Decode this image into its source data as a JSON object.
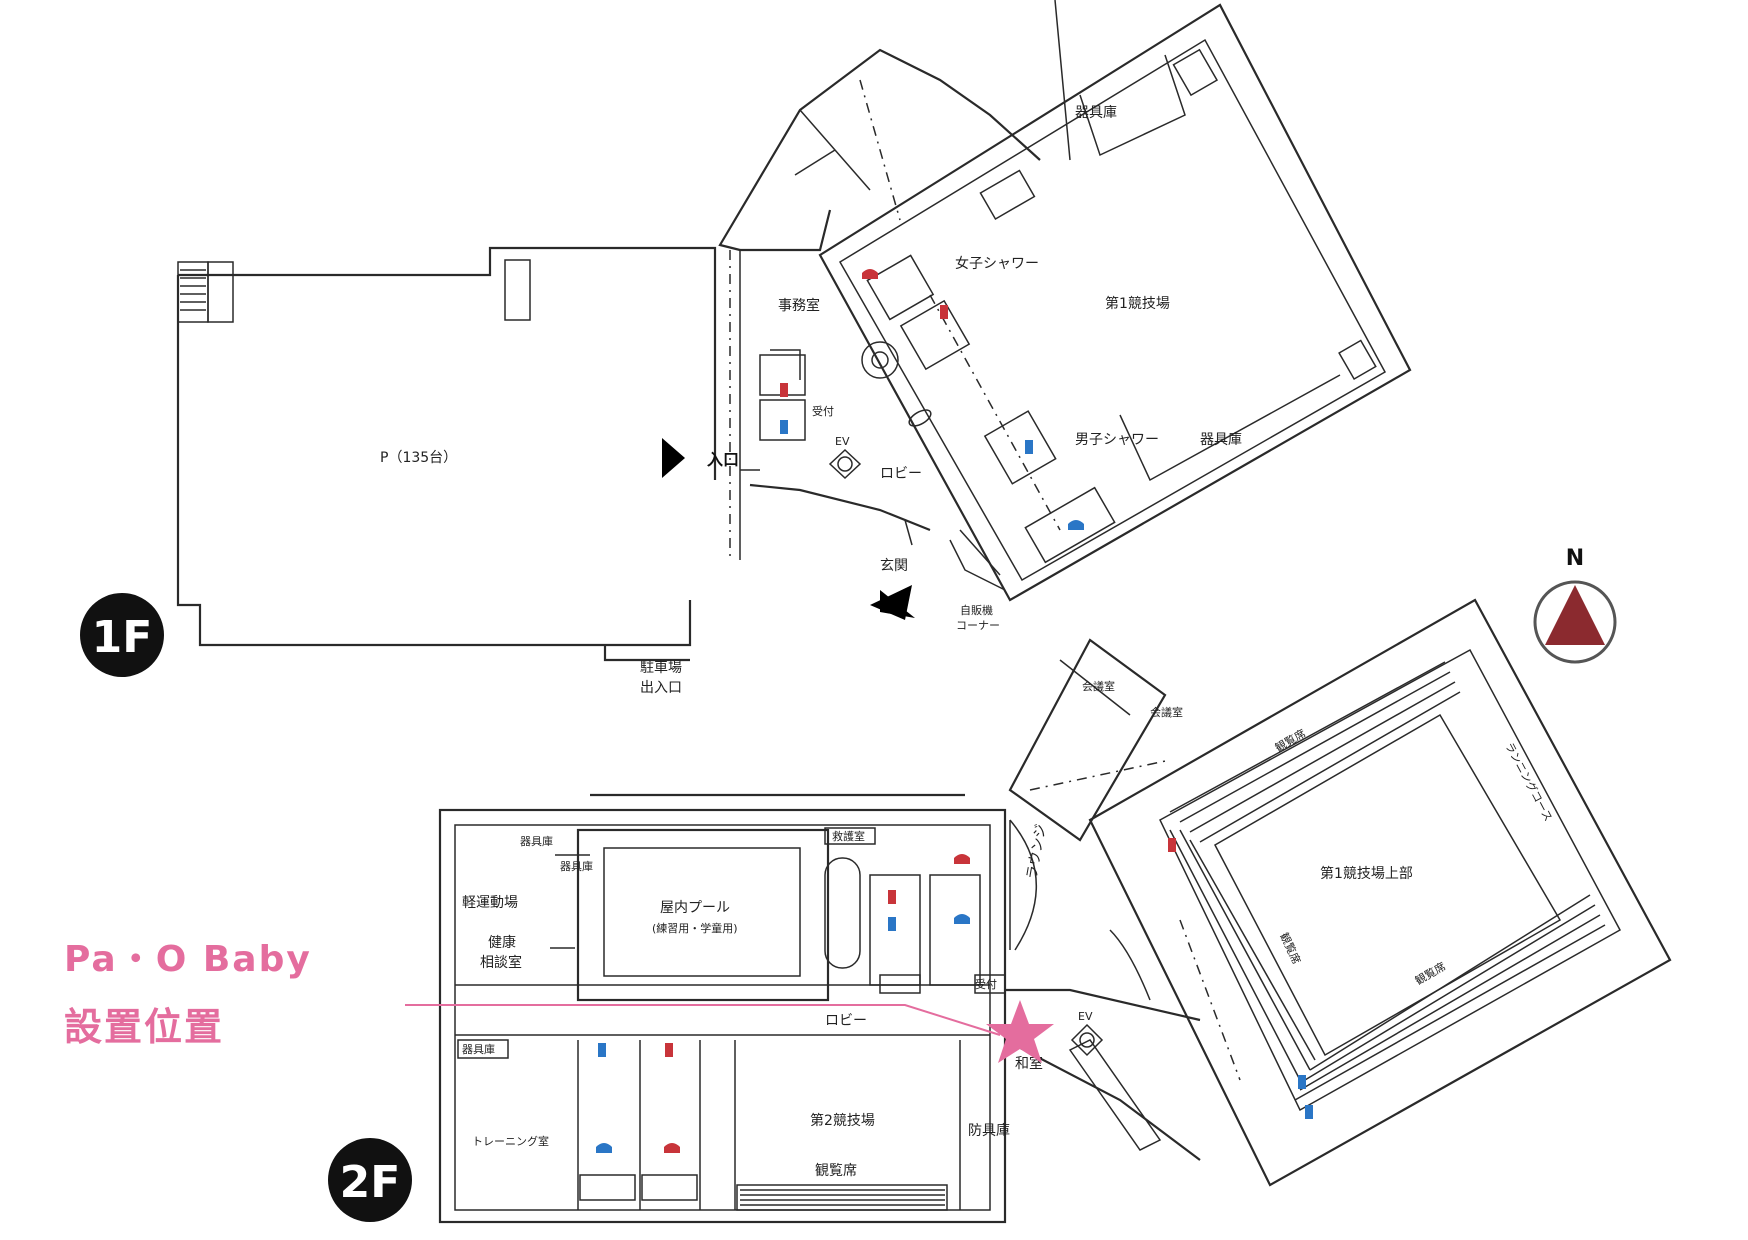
{
  "floors": {
    "f1": {
      "badge": "1F",
      "labels": {
        "parking": "P（135台）",
        "parking_entrance": "駐車場\n出入口",
        "entrance_main": "入口",
        "office": "事務室",
        "reception": "受付",
        "ev": "EV",
        "lobby": "ロビー",
        "genkan": "玄関",
        "vending": "自販機\nコーナー",
        "women_shower": "女子シャワー",
        "men_shower": "男子シャワー",
        "arena1": "第1競技場",
        "storage_a": "器具庫",
        "storage_b": "器具庫"
      }
    },
    "f2": {
      "badge": "2F",
      "labels": {
        "storage_a": "器具庫",
        "storage_b": "器具庫",
        "light_sports": "軽運動場",
        "health_consult": "健康\n相談室",
        "pool": "屋内プール",
        "pool_sub": "(練習用・学童用)",
        "lobby": "ロビー",
        "ev": "EV",
        "lounge": "ラウンジ",
        "training": "トレーニング室",
        "arena2": "第2競技場",
        "spectator": "観覧席",
        "storage_c": "器具庫",
        "washitsu": "和室",
        "bougu": "防具庫",
        "meeting1": "会議室",
        "meeting2": "会議室",
        "arena1_upper": "第1競技場上部",
        "spectator_a": "観覧席",
        "spectator_b": "観覧席",
        "spectator_c": "観覧席",
        "running": "ランニングコース",
        "reception": "受付",
        "infirmary": "救護室"
      }
    }
  },
  "compass": {
    "label": "N"
  },
  "callout": {
    "title": "Pa・O Baby",
    "subtitle": "設置位置"
  },
  "colors": {
    "accent_pink": "#e46d9e",
    "compass_red": "#8b2a2f",
    "toilet_blue": "#2a76c6",
    "toilet_red": "#c8343a"
  },
  "icons": [
    "arrow-entrance-icon",
    "compass-icon",
    "star-marker-icon",
    "toilet-men-icon",
    "toilet-women-icon",
    "wheelchair-icon",
    "ev-icon",
    "baby-icon"
  ]
}
